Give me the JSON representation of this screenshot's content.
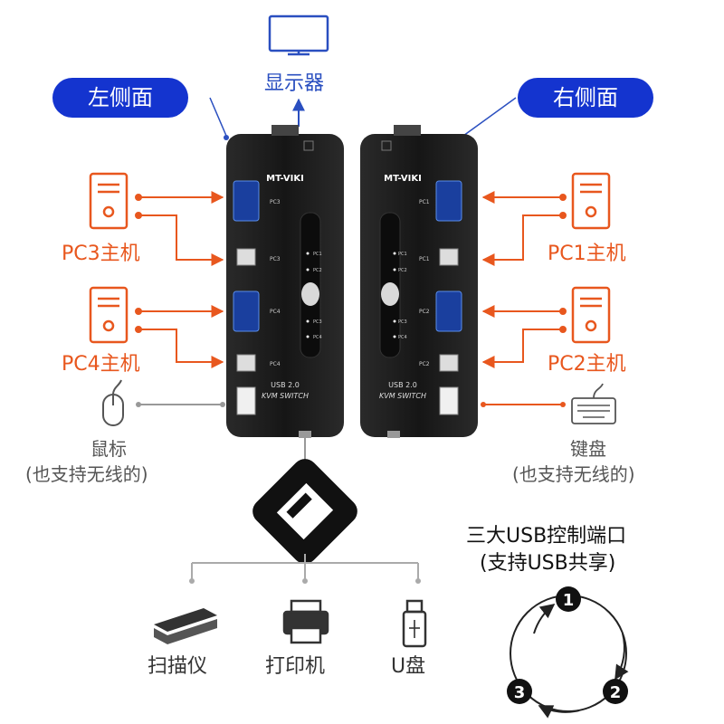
{
  "labels": {
    "display": "显示器",
    "left_side": "左侧面",
    "right_side": "右侧面",
    "pc3": "PC3主机",
    "pc4": "PC4主机",
    "pc1": "PC1主机",
    "pc2": "PC2主机",
    "mouse": "鼠标",
    "mouse_sub": "(也支持无线的)",
    "keyboard": "键盘",
    "keyboard_sub": "(也支持无线的)",
    "scanner": "扫描仪",
    "printer": "打印机",
    "udisk": "U盘",
    "usb_title": "三大USB控制端口",
    "usb_sub": "(支持USB共享)"
  },
  "device": {
    "brand": "MT-VIKI",
    "model_line1": "USB 2.0",
    "model_line2": "KVM SWITCH",
    "left_port_labels": [
      "PC3",
      "PC3",
      "PC4",
      "PC4"
    ],
    "right_port_labels": [
      "PC1",
      "PC1",
      "PC2",
      "PC2"
    ],
    "led_labels": [
      "PC1",
      "PC2",
      "PC3",
      "PC4"
    ]
  },
  "cycle": {
    "numbers": [
      "1",
      "2",
      "3"
    ]
  },
  "colors": {
    "accent_orange": "#e8571e",
    "brand_blue": "#1434cf",
    "line_gray": "#9a9a9a",
    "device_black": "#1c1c1c"
  },
  "icons": [
    "monitor-icon",
    "pc-tower-icon",
    "mouse-icon",
    "keyboard-icon",
    "scanner-icon",
    "printer-icon",
    "usb-drive-icon",
    "usb-port-icon"
  ]
}
